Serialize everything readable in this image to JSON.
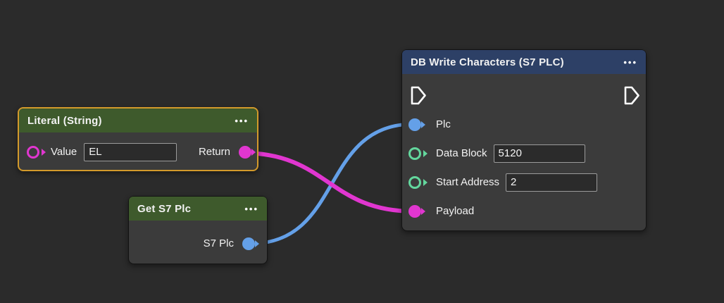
{
  "editor": {
    "background_color": "#2b2b2b",
    "node_body_color": "#3b3b3b",
    "selected_border_color": "#d39a2b",
    "wire_colors": {
      "plc_connection": "#64a0e8",
      "payload_connection": "#e136d0"
    },
    "port_colors": {
      "string": "#e136d0",
      "plc": "#64a0e8",
      "number": "#63d79d"
    }
  },
  "icons": {
    "menu_dots": "•••",
    "flow_port": "play-pentagon-outline"
  },
  "nodes": {
    "literal": {
      "title": "Literal (String)",
      "header_color": "#3e5a2c",
      "selected": true,
      "value_label": "Value",
      "value_input": "EL",
      "return_label": "Return"
    },
    "get_s7_plc": {
      "title": "Get S7 Plc",
      "header_color": "#3e5a2c",
      "output_label": "S7 Plc"
    },
    "db_write": {
      "title": "DB Write Characters (S7 PLC)",
      "header_color": "#2d4066",
      "plc_label": "Plc",
      "data_block_label": "Data Block",
      "data_block_value": "5120",
      "start_address_label": "Start Address",
      "start_address_value": "2",
      "payload_label": "Payload"
    }
  },
  "connections": [
    {
      "from": "Get S7 Plc / S7 Plc",
      "to": "DB Write Characters (S7 PLC) / Plc",
      "color": "#64a0e8"
    },
    {
      "from": "Literal (String) / Return",
      "to": "DB Write Characters (S7 PLC) / Payload",
      "color": "#e136d0"
    }
  ]
}
